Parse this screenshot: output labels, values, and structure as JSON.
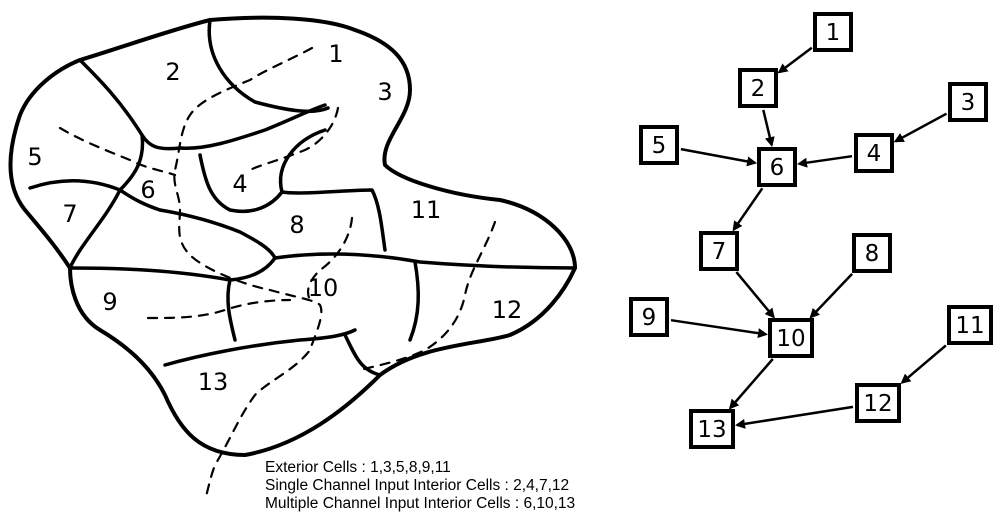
{
  "watershed": {
    "cell_labels": [
      "1",
      "2",
      "3",
      "4",
      "5",
      "6",
      "7",
      "8",
      "9",
      "10",
      "11",
      "12",
      "13"
    ]
  },
  "flow_network": {
    "nodes": [
      "1",
      "2",
      "3",
      "4",
      "5",
      "6",
      "7",
      "8",
      "9",
      "10",
      "11",
      "12",
      "13"
    ],
    "edges": [
      {
        "from": "1",
        "to": "2"
      },
      {
        "from": "2",
        "to": "6"
      },
      {
        "from": "5",
        "to": "6"
      },
      {
        "from": "3",
        "to": "4"
      },
      {
        "from": "4",
        "to": "6"
      },
      {
        "from": "6",
        "to": "7"
      },
      {
        "from": "7",
        "to": "10"
      },
      {
        "from": "8",
        "to": "10"
      },
      {
        "from": "9",
        "to": "10"
      },
      {
        "from": "10",
        "to": "13"
      },
      {
        "from": "11",
        "to": "12"
      },
      {
        "from": "12",
        "to": "13"
      }
    ]
  },
  "legend": {
    "exterior": "Exterior Cells : 1,3,5,8,9,11",
    "single": "Single Channel Input Interior Cells : 2,4,7,12",
    "multiple": "Multiple Channel Input Interior Cells : 6,10,13"
  }
}
